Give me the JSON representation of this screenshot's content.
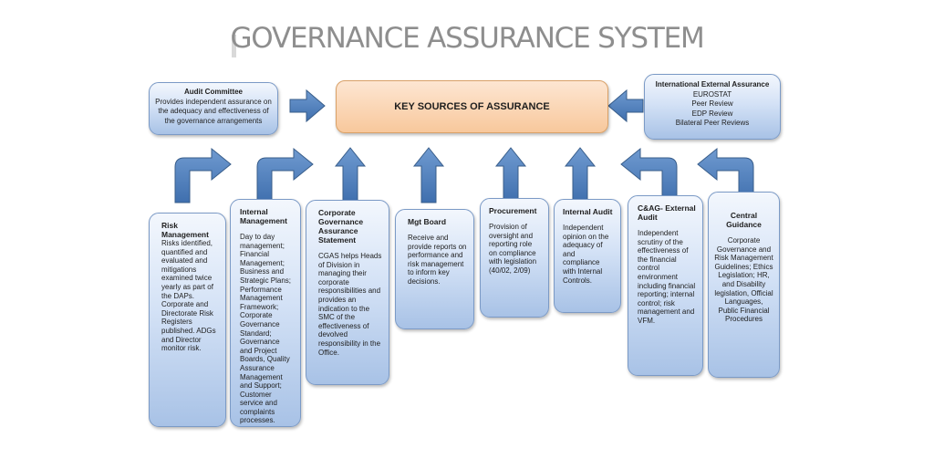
{
  "title": "GOVERNANCE ASSURANCE SYSTEM",
  "center_box": "KEY SOURCES OF ASSURANCE",
  "audit_committee": {
    "heading": "Audit Committee",
    "body": "Provides independent assurance on the adequacy and effectiveness of the governance arrangements"
  },
  "international": {
    "heading": "International External Assurance",
    "lines": [
      "EUROSTAT",
      "Peer Review",
      "EDP Review",
      "Bilateral Peer Reviews"
    ]
  },
  "sources": [
    {
      "heading": "Risk Management",
      "body": "Risks identified, quantified and evaluated and mitigations examined twice yearly as part of the DAPs. Corporate and Directorate Risk Registers published. ADGs and Director monitor risk."
    },
    {
      "heading": "Internal Management",
      "body": "Day to day management; Financial Management; Business and Strategic Plans; Performance Management Framework; Corporate Governance Standard; Governance and Project Boards, Quality Assurance Management and Support; Customer service and complaints processes."
    },
    {
      "heading": "Corporate Governance Assurance Statement",
      "body": "CGAS helps Heads of Division in managing their corporate responsibilities and provides an indication to the SMC of the effectiveness of devolved responsibility in the Office."
    },
    {
      "heading": "Mgt Board",
      "body": "Receive and provide reports on performance and risk management to inform key decisions."
    },
    {
      "heading": "Procurement",
      "body": "Provision of oversight and reporting role on compliance with legislation (40/02, 2/09)"
    },
    {
      "heading": "Internal Audit",
      "body": "Independent opinion on the adequacy of and compliance with Internal Controls."
    },
    {
      "heading": "C&AG- External Audit",
      "body": "Independent scrutiny of the effectiveness of the financial control environment including financial reporting; internal control; risk management and VFM."
    },
    {
      "heading": "Central Guidance",
      "body": "Corporate Governance and Risk Management Guidelines; Ethics Legislation; HR, and Disability legislation, Official Languages, Public Financial Procedures"
    }
  ],
  "colors": {
    "arrow_fill": "#4f81bd",
    "arrow_stroke": "#385d8a",
    "box_border": "#7b9ac6",
    "center_fill": "#f8c89c",
    "title_color": "#8e8e8e"
  }
}
